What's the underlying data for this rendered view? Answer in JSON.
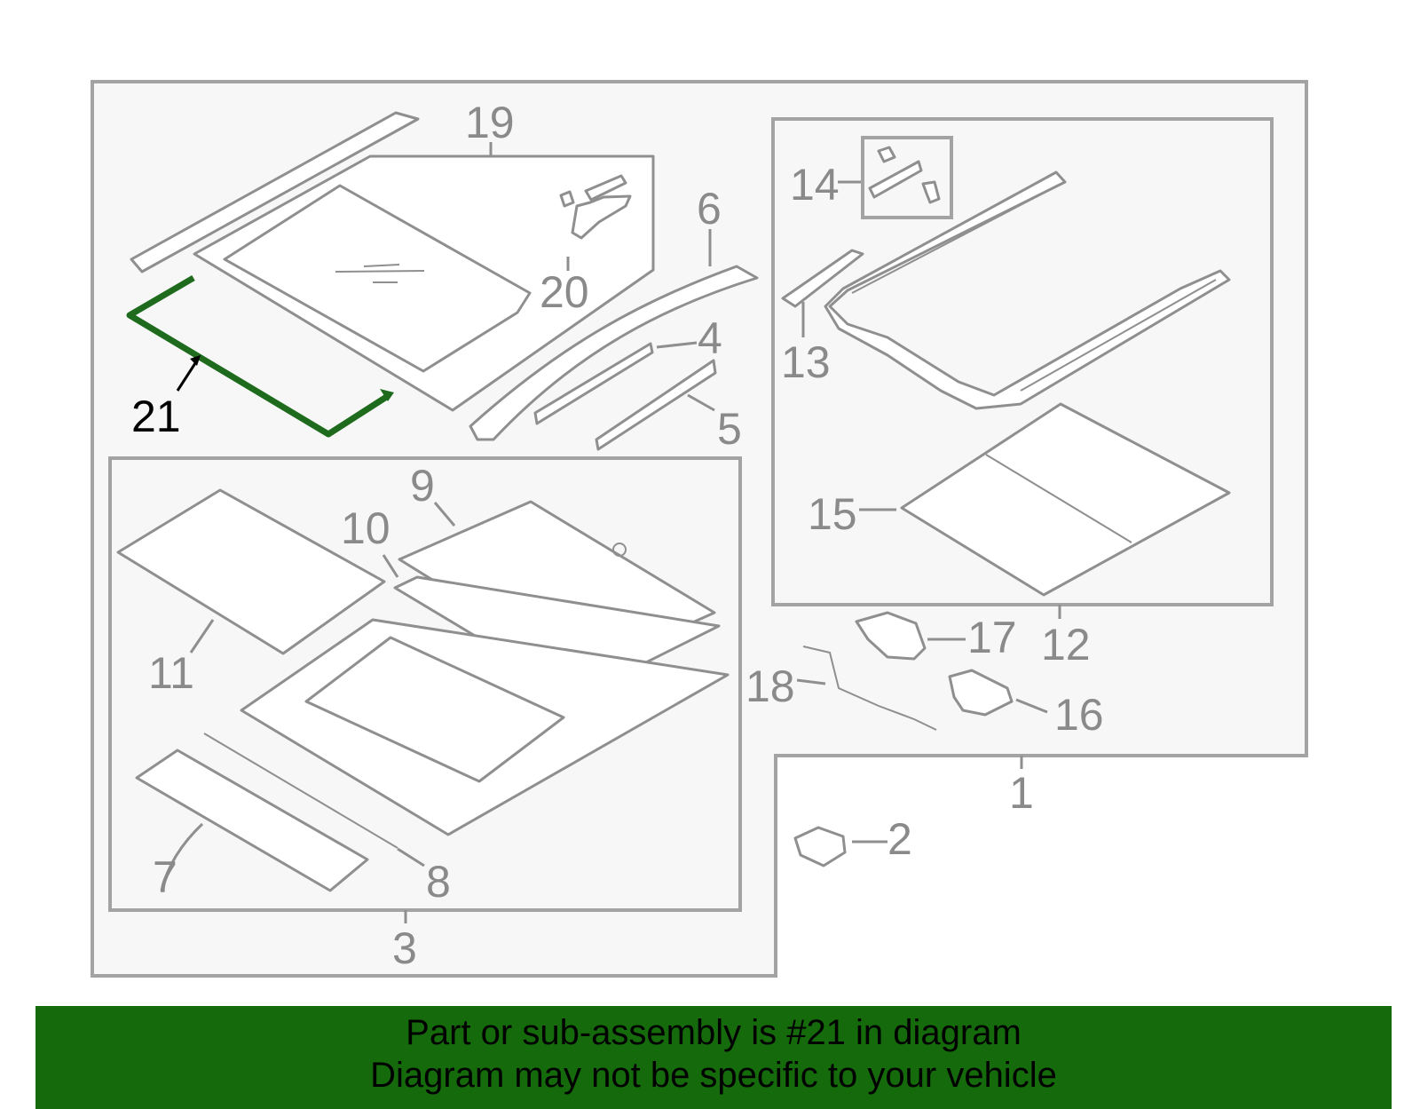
{
  "callouts": {
    "c1": "1",
    "c2": "2",
    "c3": "3",
    "c4": "4",
    "c5": "5",
    "c6": "6",
    "c7": "7",
    "c8": "8",
    "c9": "9",
    "c10": "10",
    "c11": "11",
    "c12": "12",
    "c13": "13",
    "c14": "14",
    "c15": "15",
    "c16": "16",
    "c17": "17",
    "c18": "18",
    "c19": "19",
    "c20": "20",
    "c21": "21"
  },
  "highlighted_part": "21",
  "colors": {
    "highlight": "#1e6b1e",
    "banner": "#156b0c",
    "parts_stroke": "#8f8f8f",
    "box_fill": "#f7f7f7"
  },
  "banner": {
    "line1": "Part or sub-assembly is #21 in diagram",
    "line2": "Diagram may not be specific to your vehicle"
  }
}
